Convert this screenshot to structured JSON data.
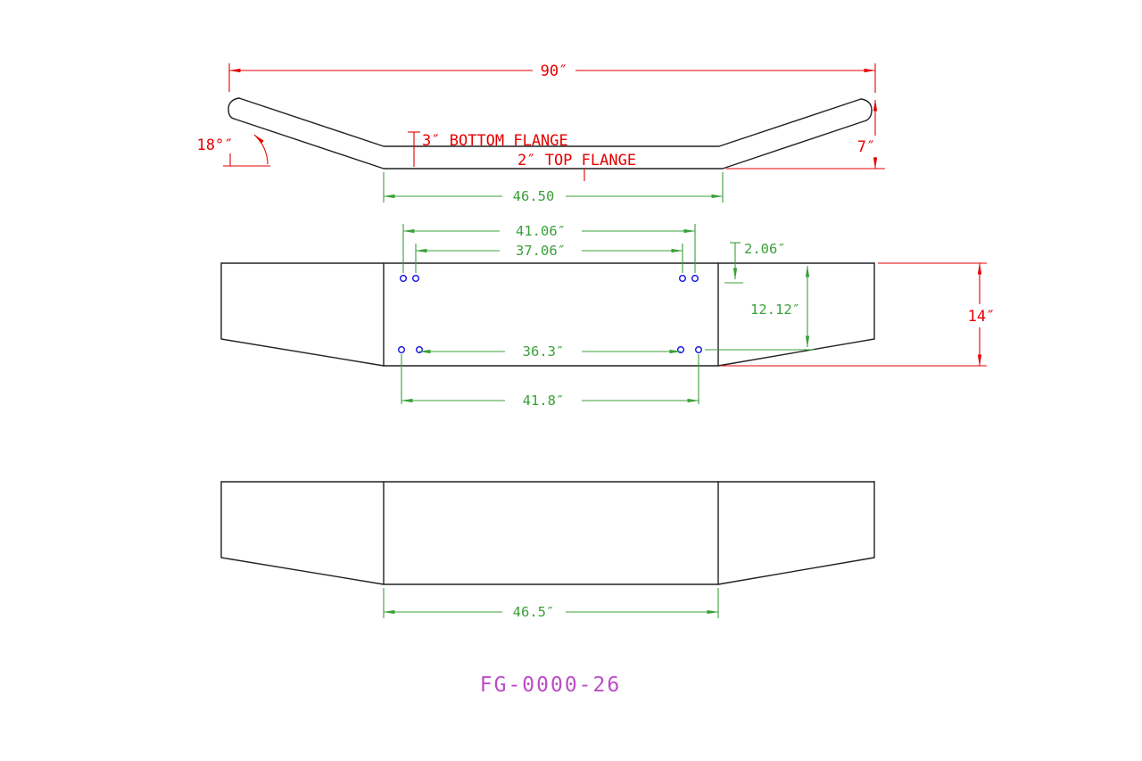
{
  "colors": {
    "background": "#ffffff",
    "outline": "#202020",
    "dim-red": "#e60000",
    "dim-green": "#3aa03a",
    "hole-blue": "#1313e0",
    "part-magenta": "#bb4cc6"
  },
  "top_view": {
    "overall_width": "90″",
    "end_angle": "18°″",
    "right_height": "7″",
    "bottom_flange": "3″ BOTTOM FLANGE",
    "top_flange": "2″ TOP FLANGE",
    "center_width": "46.50"
  },
  "front_view": {
    "top_outer_span": "41.06″",
    "top_inner_span": "37.06″",
    "top_edge_offset": "2.06″",
    "vertical_span": "12.12″",
    "bottom_inner_span": "36.3″",
    "bottom_outer_span": "41.8″",
    "overall_height": "14″"
  },
  "bottom_view": {
    "center_width": "46.5″"
  },
  "part_number": "FG-0000-26"
}
